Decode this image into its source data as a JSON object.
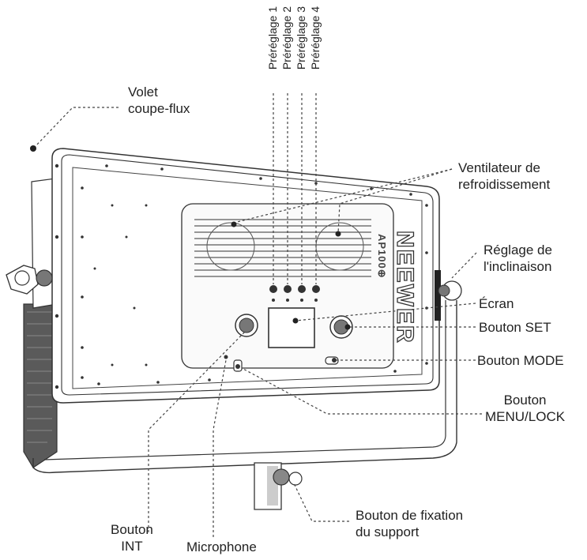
{
  "labels": {
    "volet": [
      "Volet",
      "coupe-flux"
    ],
    "presets": [
      "Préréglage 1",
      "Préréglage 2",
      "Préréglage 3",
      "Préréglage 4"
    ],
    "ventilateur": [
      "Ventilateur de",
      "refroidissement"
    ],
    "inclinaison": [
      "Réglage de",
      "l'inclinaison"
    ],
    "ecran": "Écran",
    "set": "Bouton SET",
    "mode": "Bouton MODE",
    "menu_lock": [
      "Bouton",
      "MENU/LOCK"
    ],
    "fixation": [
      "Bouton de fixation",
      "du support"
    ],
    "int": [
      "Bouton",
      "INT"
    ],
    "microphone": "Microphone"
  },
  "product": {
    "brand": "NEEWER",
    "model": "AP100⊕"
  }
}
